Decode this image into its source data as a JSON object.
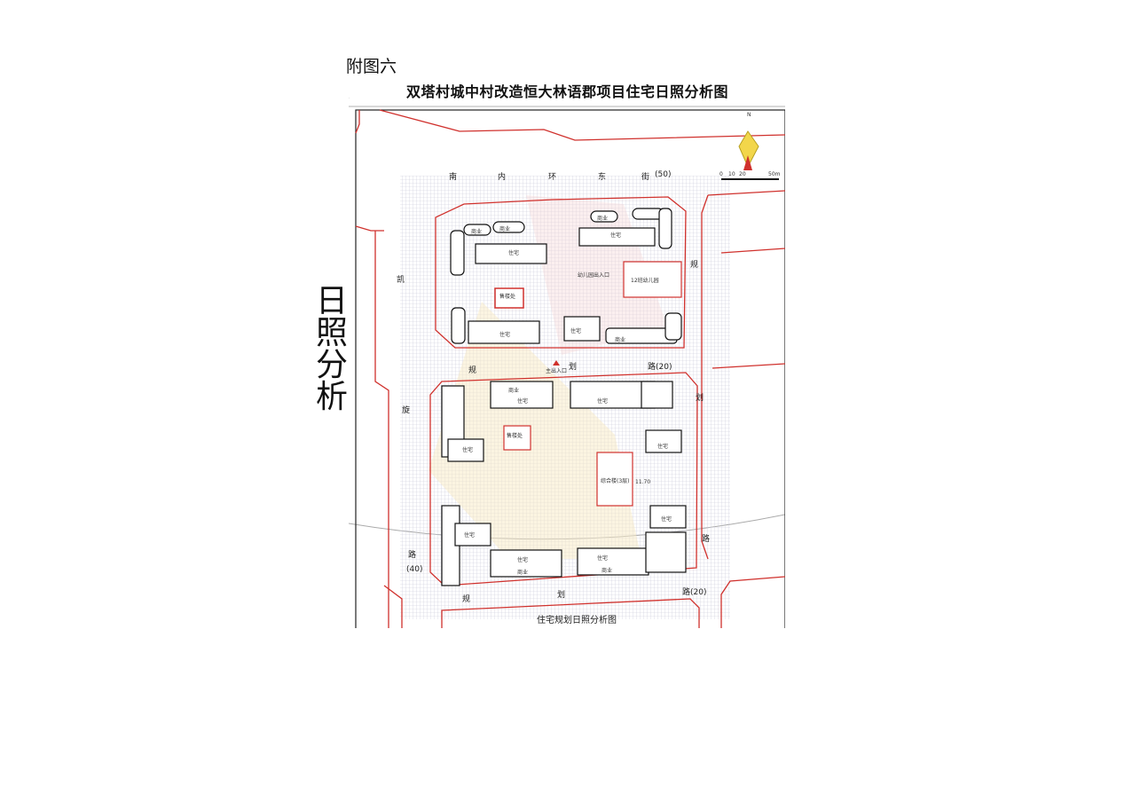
{
  "figure_label": "附图六",
  "title": "双塔村城中村改造恒大林语郡项目住宅日照分析图",
  "side_title": [
    "日",
    "照",
    "分",
    "析"
  ],
  "roads": {
    "north": [
      "南",
      "内",
      "环",
      "东",
      "街",
      "(50)"
    ],
    "middle": [
      "规",
      "划",
      "路(20)"
    ],
    "west": [
      "凯",
      "旋",
      "路",
      "(40)"
    ],
    "east": [
      "规",
      "划",
      "路"
    ],
    "south": [
      "规",
      "划",
      "路(20)"
    ]
  },
  "scale": {
    "ticks": [
      "0",
      "10",
      "20",
      "50m"
    ],
    "north": "N"
  },
  "labels": {
    "shop": "商业",
    "house": "住宅",
    "sales": "售楼处",
    "kg_entry": "幼儿园出入口",
    "kindergarten": "12班幼儿园",
    "main_entry": "主出入口",
    "complex": "综合楼(3层)",
    "complex_h": "11.70"
  },
  "caption": "住宅规划日照分析图",
  "colors": {
    "boundary": "#d0312d",
    "grid": "#c8c8d8",
    "sun": "#f2d64b"
  }
}
